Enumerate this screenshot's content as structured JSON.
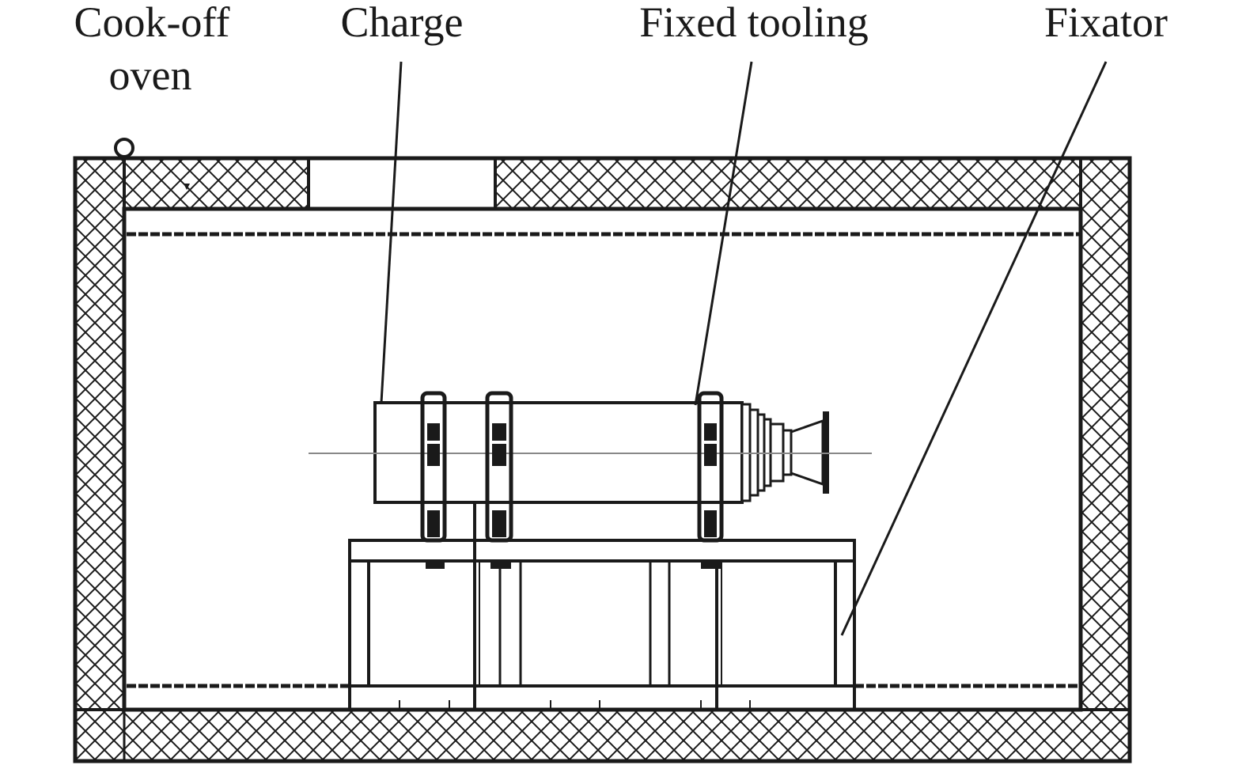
{
  "labels": {
    "cookoff_line1": "Cook-off",
    "cookoff_line2": "oven",
    "charge": "Charge",
    "fixed_tooling": "Fixed tooling",
    "fixator": "Fixator"
  },
  "colors": {
    "line": "#1a1a1a",
    "background": "#ffffff",
    "axis": "#888888"
  }
}
